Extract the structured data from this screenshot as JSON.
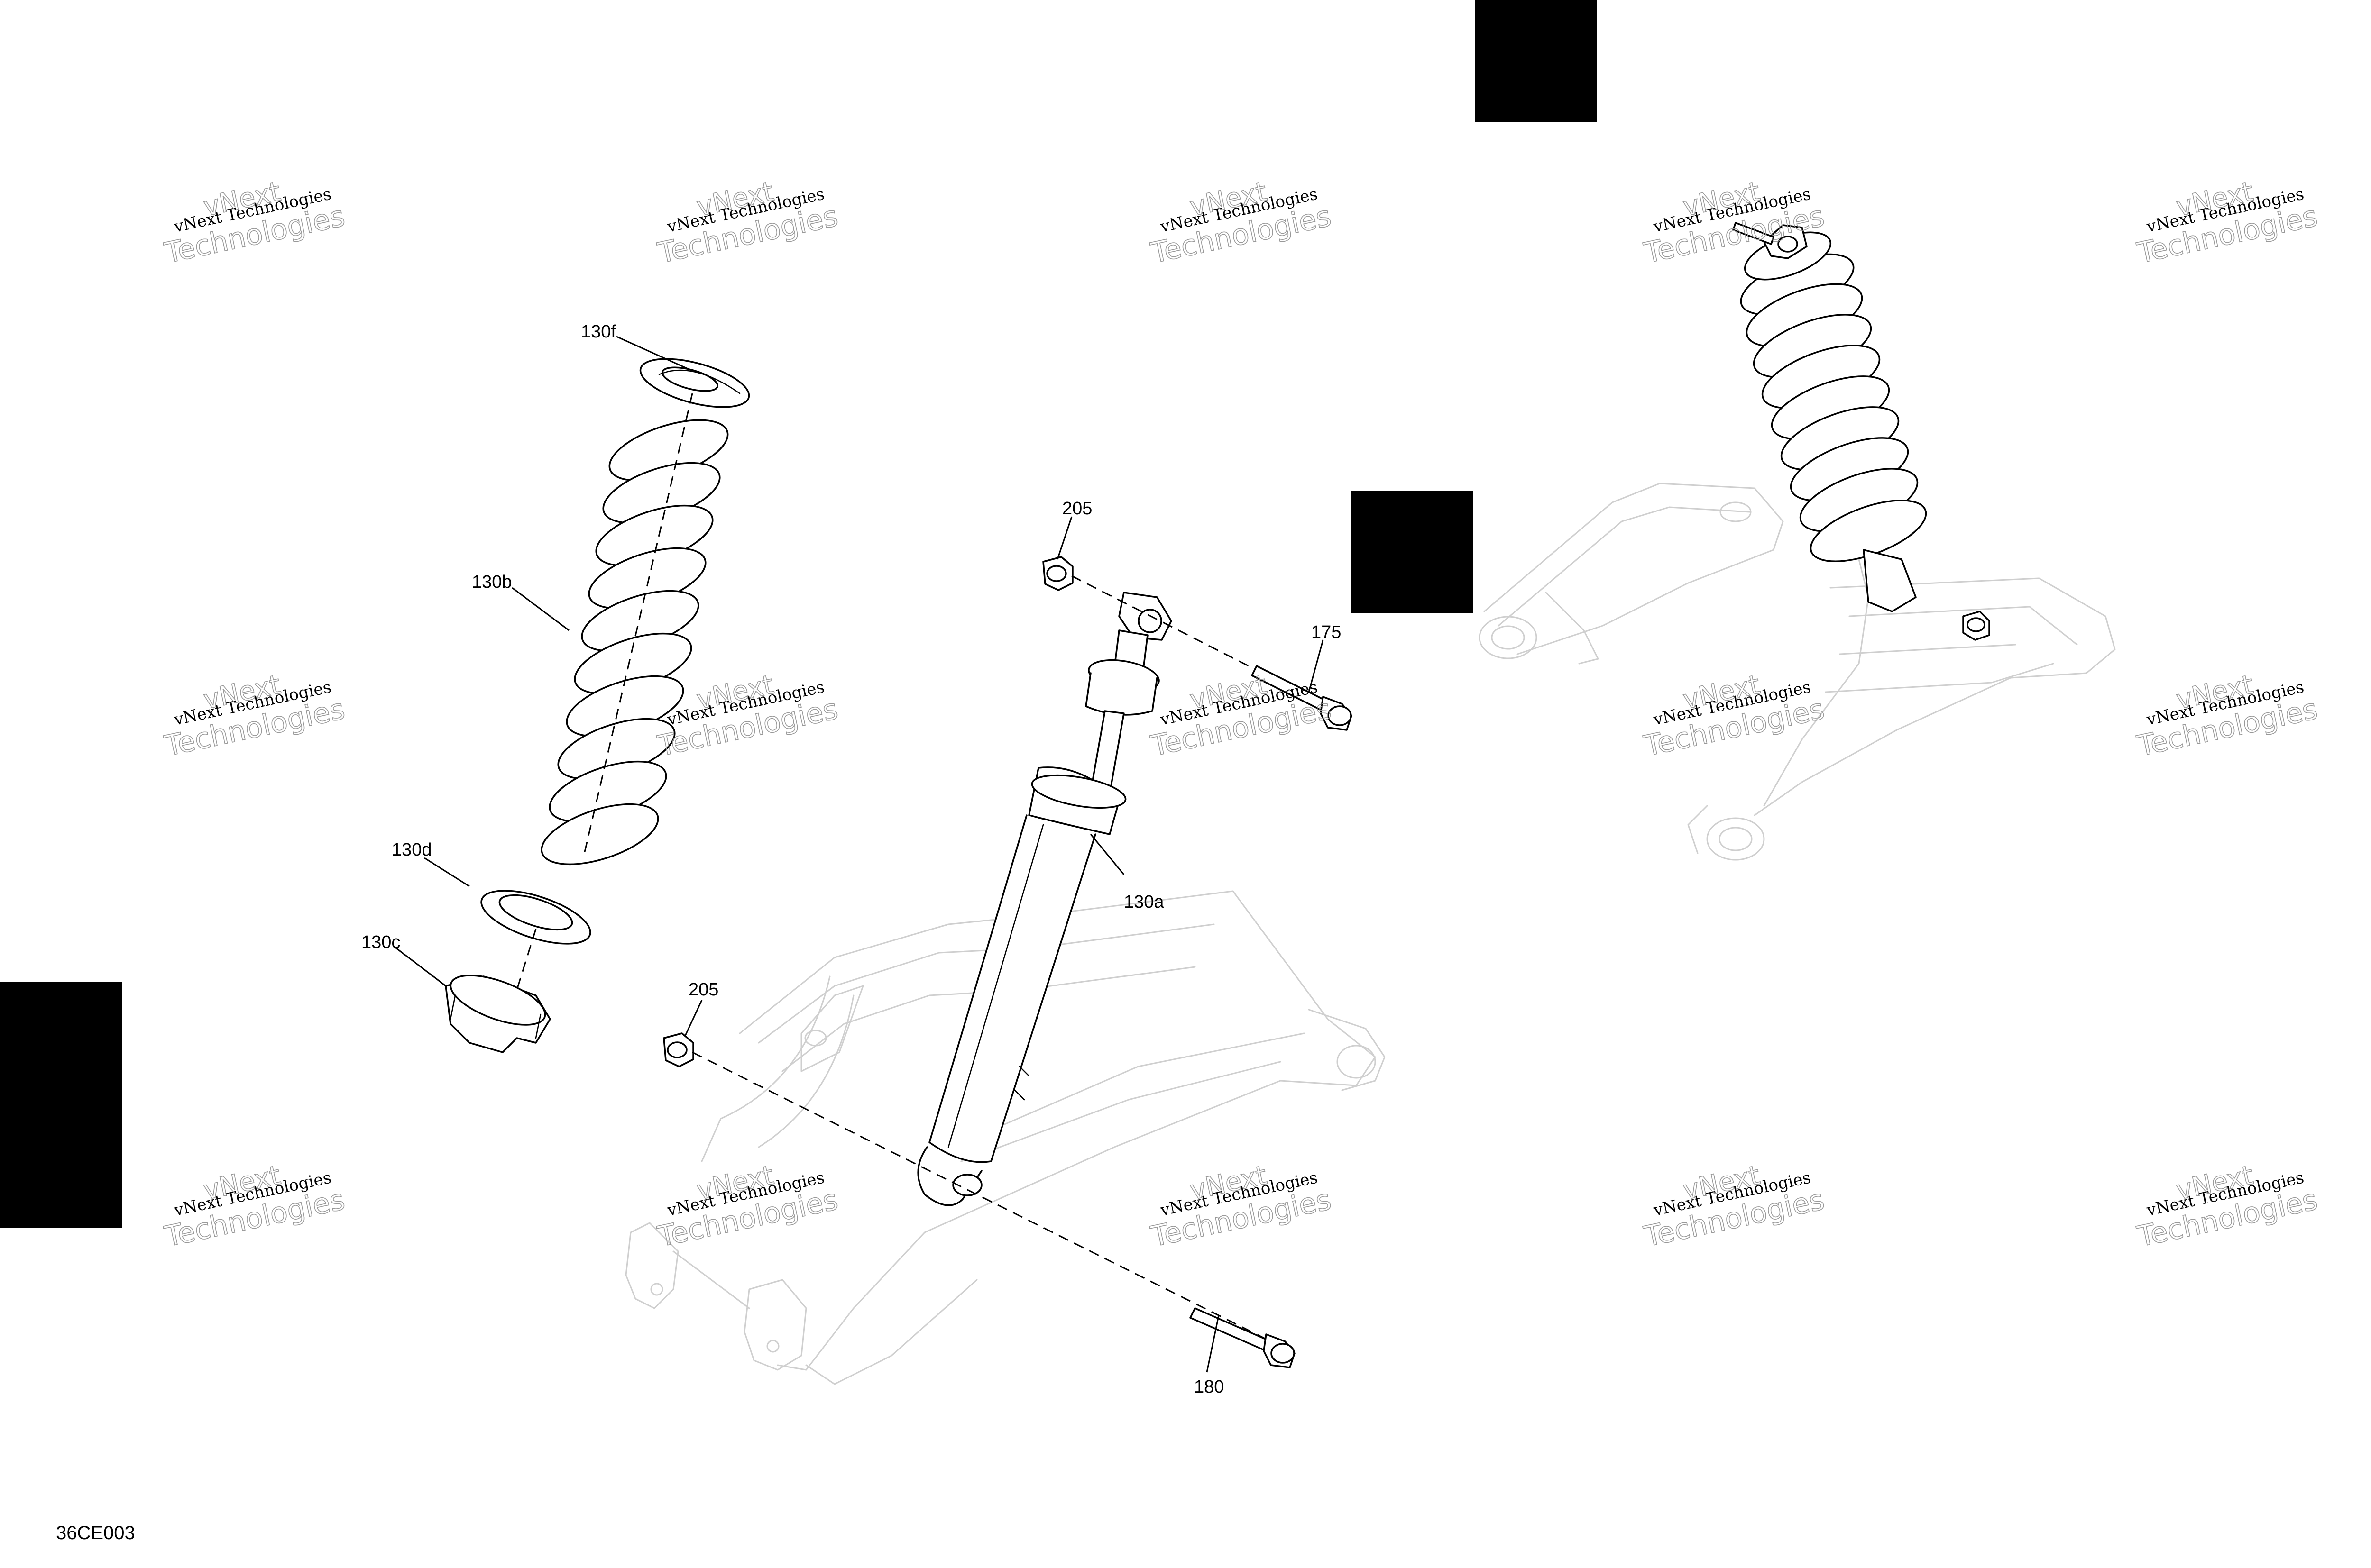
{
  "diagram": {
    "code": "36CE003",
    "callouts": {
      "c130f": "130f",
      "c130b": "130b",
      "c130d": "130d",
      "c130c": "130c",
      "c205a": "205",
      "c205b": "205",
      "c175": "175",
      "c130a": "130a",
      "c180": "180"
    },
    "watermark": {
      "line1": "vNext Technologies",
      "line2": "Technologies",
      "outline": "vNext"
    }
  }
}
